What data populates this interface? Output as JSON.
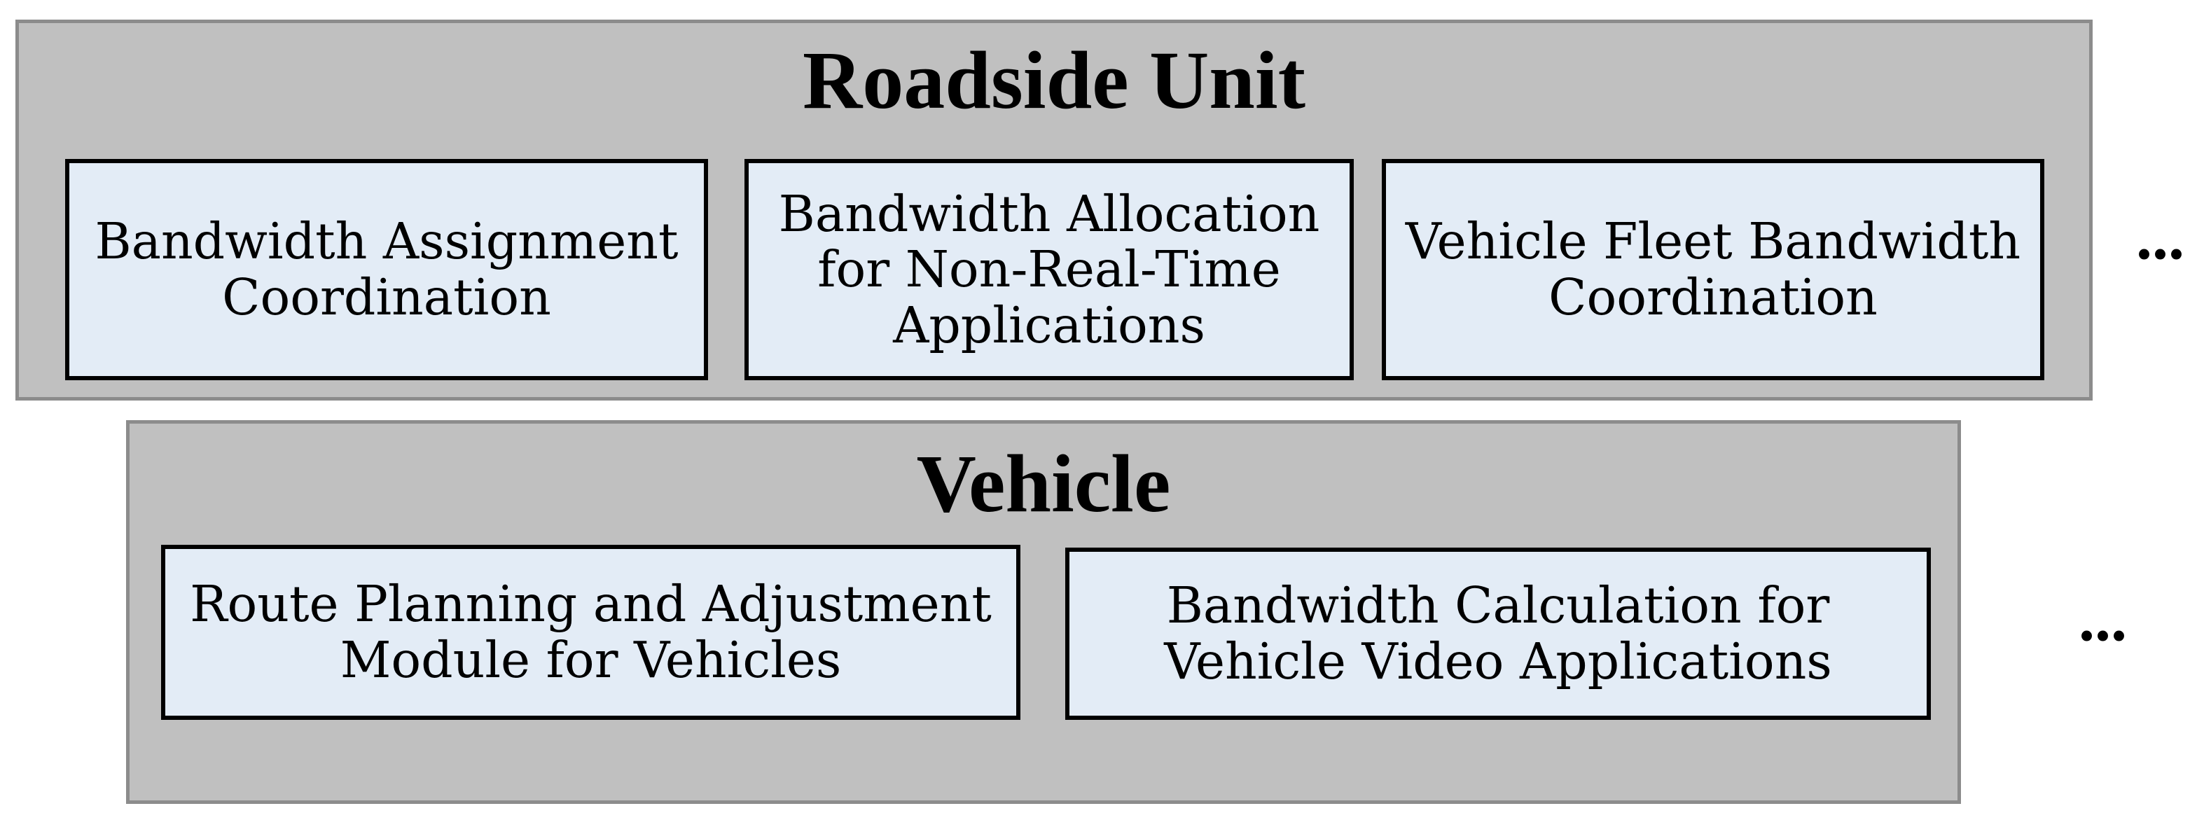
{
  "roadside_unit": {
    "title": "Roadside Unit",
    "modules": [
      "Bandwidth Assignment\nCoordination",
      "Bandwidth Allocation\nfor Non-Real-Time\nApplications",
      "Vehicle Fleet Bandwidth\nCoordination"
    ],
    "more": "..."
  },
  "vehicle": {
    "title": "Vehicle",
    "modules": [
      "Route Planning and Adjustment\nModule for Vehicles",
      "Bandwidth Calculation for\nVehicle Video Applications"
    ],
    "more": "..."
  },
  "colors": {
    "panel_fill": "#c0c0c0",
    "panel_border": "#8c8c8c",
    "module_fill": "#e3ecf6",
    "module_border": "#000000"
  }
}
